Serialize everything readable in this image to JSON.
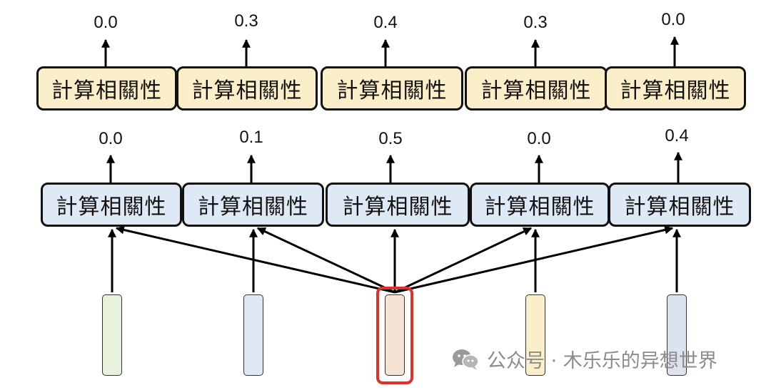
{
  "top_row": {
    "label": "計算相關性",
    "scores": [
      "0.0",
      "0.3",
      "0.4",
      "0.3",
      "0.0"
    ]
  },
  "bottom_row": {
    "label": "計算相關性",
    "scores": [
      "0.0",
      "0.1",
      "0.5",
      "0.0",
      "0.4"
    ]
  },
  "input_vectors": {
    "colors": [
      "#e8f1dc",
      "#dfe8f4",
      "#f7e3d6",
      "#fbefc9",
      "#dde3ee"
    ],
    "highlight_color": "#e0302a",
    "highlighted_index": 2
  },
  "colors": {
    "top_box": "#fbefc9",
    "bottom_box": "#dfe9f5"
  },
  "watermark": {
    "icon": "wechat-icon",
    "text": "公众号 · 木乐乐的异想世界"
  }
}
